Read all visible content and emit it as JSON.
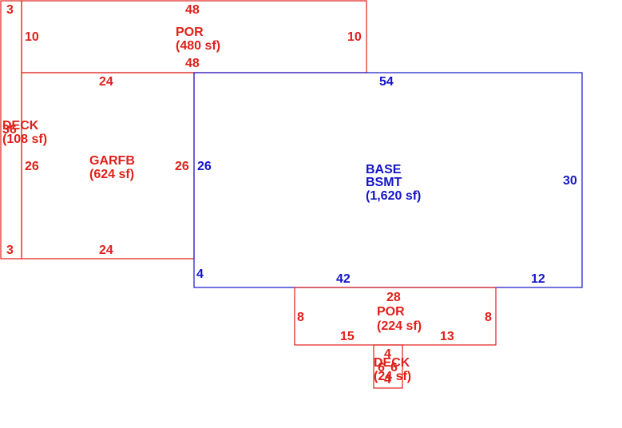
{
  "colors": {
    "red": "#e0201a",
    "blue": "#1414c8"
  },
  "areas": {
    "por_top": {
      "name": "POR",
      "area": "(480 sf)",
      "dims": {
        "top": "48",
        "bottom": "48",
        "left": "10",
        "right": "10"
      }
    },
    "deck_left": {
      "name": "DECK",
      "area": "(108 sf)",
      "overlap": "36",
      "dims": {
        "top": "3",
        "bottom": "3"
      }
    },
    "garfb": {
      "name": "GARFB",
      "area": "(624 sf)",
      "dims": {
        "top": "24",
        "bottom": "24",
        "left": "26",
        "right": "26"
      }
    },
    "base": {
      "name": "BASE",
      "name2": "BSMT",
      "area": "(1,620 sf)",
      "dims": {
        "top": "54",
        "left": "26",
        "right": "30",
        "bottom_left": "4",
        "bottom_mid": "42",
        "bottom_right": "12"
      }
    },
    "por_bottom": {
      "name": "POR",
      "area": "(224 sf)",
      "dims": {
        "top": "28",
        "left": "8",
        "right": "8",
        "bottom_left": "15",
        "bottom_right": "13"
      }
    },
    "deck_bottom": {
      "name": "DECK",
      "area": "(24 sf)",
      "dims": {
        "top": "4",
        "bottom": "4",
        "mid": "6",
        "mid2": "6"
      }
    }
  }
}
